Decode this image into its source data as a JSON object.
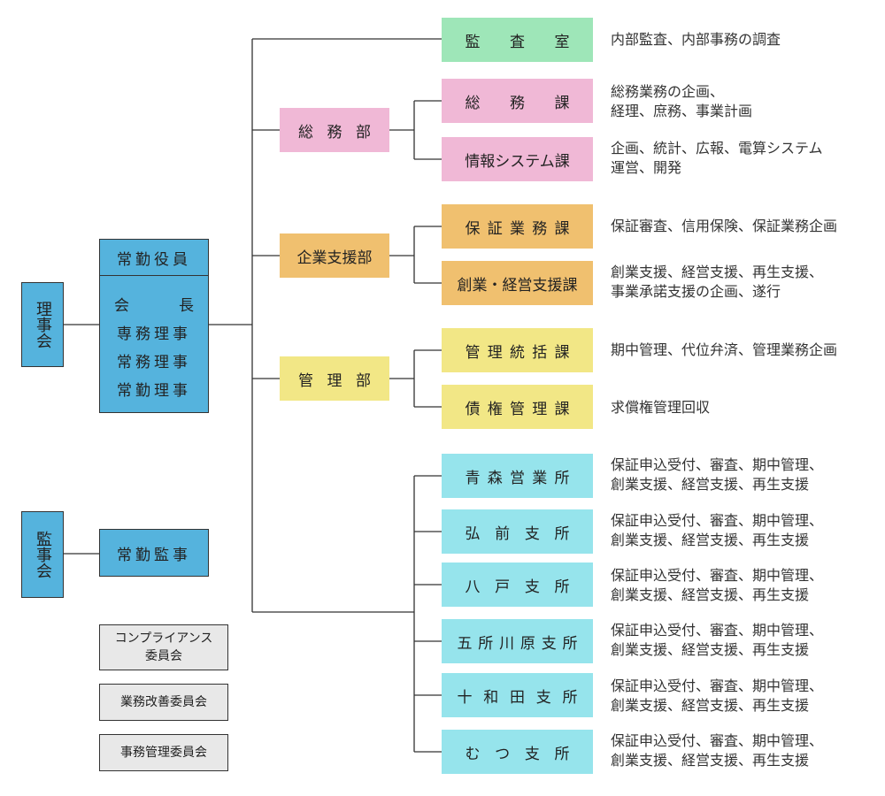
{
  "board": {
    "directors": "理事会",
    "auditors": "監事会"
  },
  "executives": {
    "heading": "常勤役員",
    "chairman_left": "会",
    "chairman_right": "長",
    "senior_managing": "専務理事",
    "managing": "常務理事",
    "full_time_director": "常勤理事"
  },
  "auditor": "常勤監事",
  "committees": [
    {
      "line1": "コンプライアンス",
      "line2": "委員会"
    },
    {
      "line1": "業務改善委員会",
      "line2": ""
    },
    {
      "line1": "事務管理委員会",
      "line2": ""
    }
  ],
  "departments": [
    {
      "chars": [
        "総",
        "務",
        "部"
      ]
    },
    {
      "chars": [
        "企業支援部"
      ]
    },
    {
      "chars": [
        "管",
        "理",
        "部"
      ]
    }
  ],
  "sections": [
    {
      "chars": [
        "監",
        "査",
        "室"
      ],
      "desc1": "内部監査、内部事務の調査",
      "desc2": ""
    },
    {
      "chars": [
        "総",
        "務",
        "課"
      ],
      "desc1": "総務業務の企画、",
      "desc2": "経理、庶務、事業計画"
    },
    {
      "chars": [
        "情報システム課"
      ],
      "desc1": "企画、統計、広報、電算システム",
      "desc2": "運営、開発"
    },
    {
      "chars": [
        "保",
        "証",
        "業",
        "務",
        "課"
      ],
      "desc1": "保証審査、信用保険、保証業務企画",
      "desc2": ""
    },
    {
      "chars": [
        "創業・経営支援課"
      ],
      "desc1": "創業支援、経営支援、再生支援、",
      "desc2": "事業承諾支援の企画、遂行"
    },
    {
      "chars": [
        "管",
        "理",
        "統",
        "括",
        "課"
      ],
      "desc1": "期中管理、代位弁済、管理業務企画",
      "desc2": ""
    },
    {
      "chars": [
        "債",
        "権",
        "管",
        "理",
        "課"
      ],
      "desc1": "求償権管理回収",
      "desc2": ""
    },
    {
      "chars": [
        "青",
        "森",
        "営",
        "業",
        "所"
      ],
      "desc1": "保証申込受付、審査、期中管理、",
      "desc2": "創業支援、経営支援、再生支援"
    },
    {
      "chars": [
        "弘",
        "前",
        "支",
        "所"
      ],
      "desc1": "保証申込受付、審査、期中管理、",
      "desc2": "創業支援、経営支援、再生支援"
    },
    {
      "chars": [
        "八",
        "戸",
        "支",
        "所"
      ],
      "desc1": "保証申込受付、審査、期中管理、",
      "desc2": "創業支援、経営支援、再生支援"
    },
    {
      "chars": [
        "五",
        "所",
        "川",
        "原",
        "支",
        "所"
      ],
      "desc1": "保証申込受付、審査、期中管理、",
      "desc2": "創業支援、経営支援、再生支援"
    },
    {
      "chars": [
        "十",
        "和",
        "田",
        "支",
        "所"
      ],
      "desc1": "保証申込受付、審査、期中管理、",
      "desc2": "創業支援、経営支援、再生支援"
    },
    {
      "chars": [
        "む",
        "つ",
        "支",
        "所"
      ],
      "desc1": "保証申込受付、審査、期中管理、",
      "desc2": "創業支援、経営支援、再生支援"
    }
  ],
  "colors": {
    "executive_blue": "#55b3dd",
    "general_affairs_pink": "#f0b8d6",
    "business_support_orange": "#f0c06f",
    "management_yellow": "#f2e786",
    "audit_green": "#9ee6b8",
    "branch_cyan": "#96e4ec",
    "committee_gray": "#e8e8e8"
  }
}
